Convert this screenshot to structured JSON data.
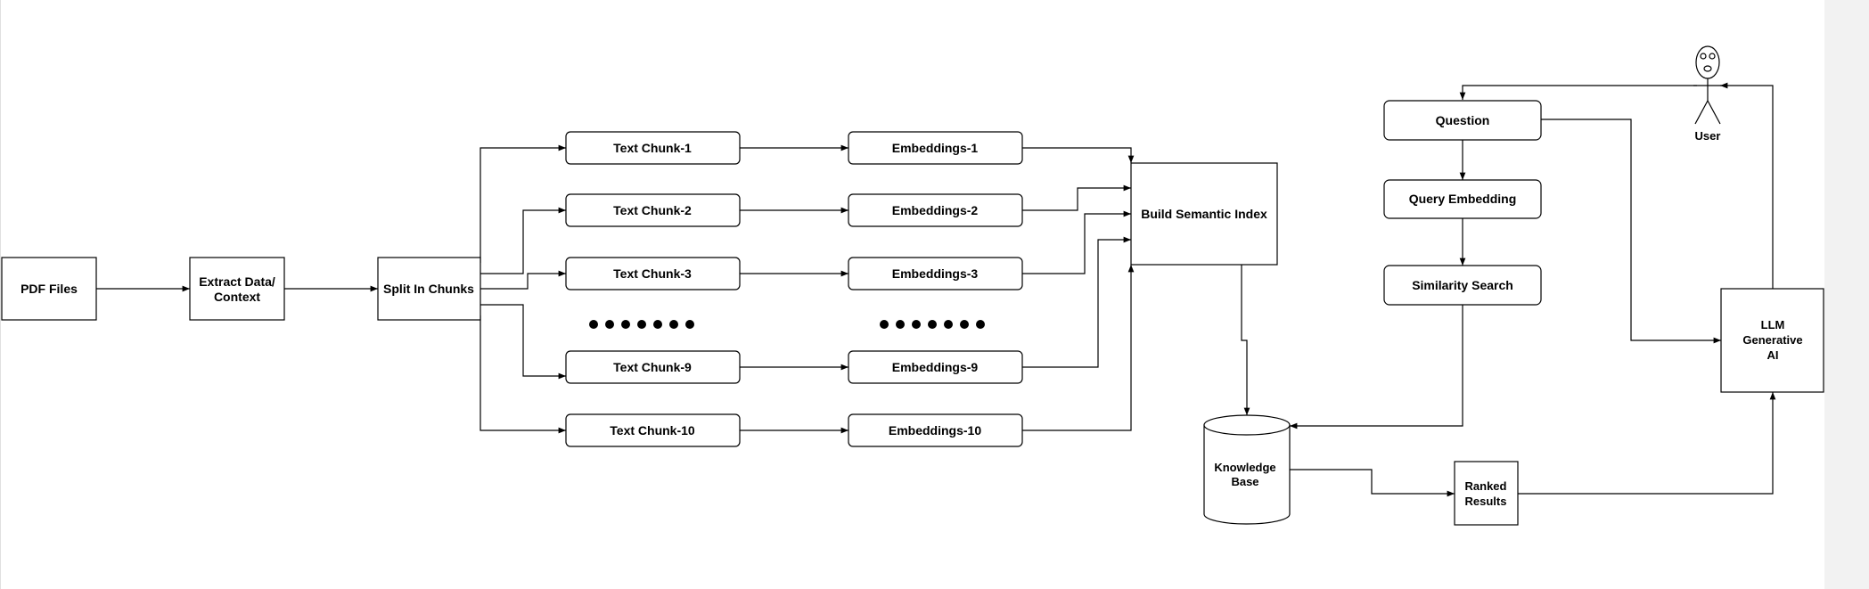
{
  "diagram": {
    "nodes": {
      "pdf_files": "PDF Files",
      "extract_line1": "Extract Data/",
      "extract_line2": "Context",
      "split": "Split In Chunks",
      "chunk1": "Text Chunk-1",
      "chunk2": "Text Chunk-2",
      "chunk3": "Text Chunk-3",
      "chunk9": "Text Chunk-9",
      "chunk10": "Text Chunk-10",
      "emb1": "Embeddings-1",
      "emb2": "Embeddings-2",
      "emb3": "Embeddings-3",
      "emb9": "Embeddings-9",
      "emb10": "Embeddings-10",
      "semantic_index": "Build Semantic Index",
      "kb_line1": "Knowledge",
      "kb_line2": "Base",
      "question": "Question",
      "query_embedding": "Query Embedding",
      "similarity_search": "Similarity Search",
      "ranked_line1": "Ranked",
      "ranked_line2": "Results",
      "llm_line1": "LLM",
      "llm_line2": "Generative",
      "llm_line3": "AI",
      "user": "User"
    },
    "icons": [
      "user-stick-figure-icon",
      "ellipsis-dots-icon"
    ]
  }
}
